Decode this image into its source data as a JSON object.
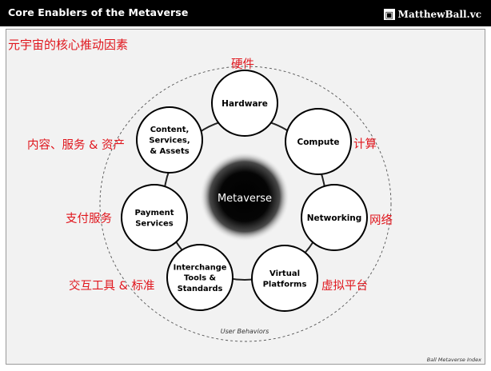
{
  "header": {
    "title": "Core Enablers of the Metaverse",
    "brand": "MatthewBall.vc",
    "brand_logo_icon": "matthewball-logo-icon"
  },
  "subtitle_cn": "元宇宙的核心推动因素",
  "diagram": {
    "center": "Metaverse",
    "ring_label": "User Behaviors",
    "nodes": [
      {
        "key": "hardware",
        "lines": [
          "Hardware"
        ],
        "cn": "硬件"
      },
      {
        "key": "compute",
        "lines": [
          "Compute"
        ],
        "cn": "计算"
      },
      {
        "key": "networking",
        "lines": [
          "Networking"
        ],
        "cn": "网络"
      },
      {
        "key": "virtual-platforms",
        "lines": [
          "Virtual",
          "Platforms"
        ],
        "cn": "虚拟平台"
      },
      {
        "key": "interchange",
        "lines": [
          "Interchange",
          "Tools &",
          "Standards"
        ],
        "cn": "交互工具 & 标准"
      },
      {
        "key": "payment",
        "lines": [
          "Payment",
          "Services"
        ],
        "cn": "支付服务"
      },
      {
        "key": "content",
        "lines": [
          "Content,",
          "Services,",
          "& Assets"
        ],
        "cn": "内容、服务 & 资产"
      }
    ]
  },
  "footer": "Ball Metaverse Index",
  "colors": {
    "header_bg": "#000000",
    "annotation": "#e0161d",
    "panel_bg": "#f2f2f2"
  }
}
